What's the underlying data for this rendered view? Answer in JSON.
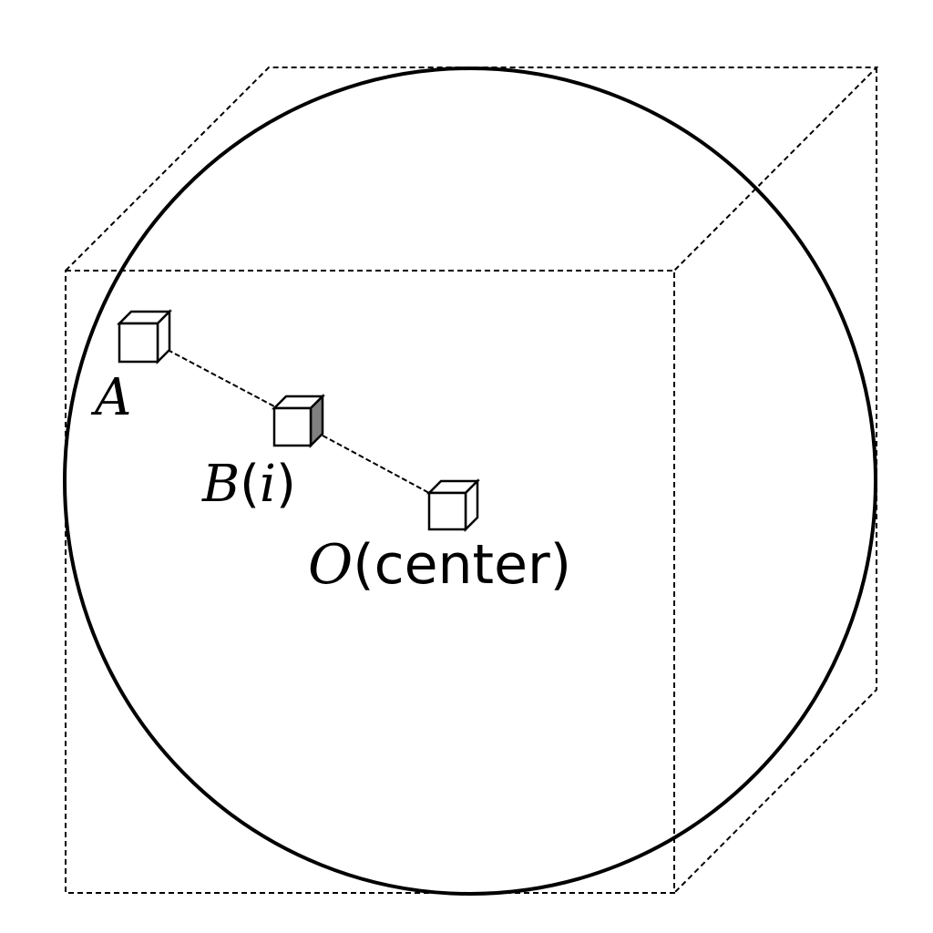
{
  "diagram": {
    "points": [
      {
        "id": "A",
        "letter": "A",
        "suffix": ""
      },
      {
        "id": "B",
        "letter": "B",
        "suffix": "(i)"
      },
      {
        "id": "O",
        "letter": "O",
        "suffix": "(center)"
      }
    ]
  },
  "labels": {
    "a_letter": "A",
    "b_letter": "B",
    "b_open": "(",
    "b_index": "i",
    "b_close": ")",
    "o_letter": "O",
    "o_suffix": "(center)"
  },
  "colors": {
    "stroke": "#000000",
    "shaded_face": "#808080",
    "background": "#ffffff"
  }
}
